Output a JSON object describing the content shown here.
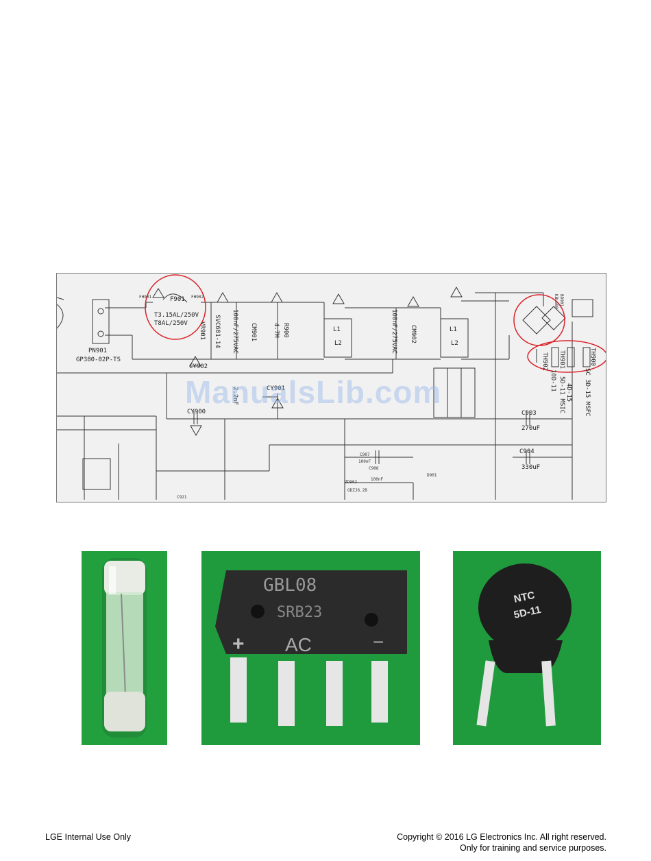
{
  "schematic": {
    "labels": {
      "fh901": "FH901",
      "fh902": "FH902",
      "f901": "F901",
      "fuse_rating1": "T3.15AL/250V",
      "fuse_rating2": "T8AL/250V",
      "pn901": "PN901",
      "connector": "GP380-02P-TS",
      "varistor": "SVC681-14",
      "vr901": "VR901",
      "cap1": "100nF/275VAC",
      "cm901": "CM901",
      "r900": "R900",
      "r900v": "4.7M",
      "cap2": "100nF/275VAC",
      "cm902": "CM902",
      "cy902": "CY902",
      "cy901": "CY901",
      "cy900": "CY900",
      "cy_val": "2.2nF",
      "l1": "L1",
      "l2": "L2",
      "bd901": "BD901",
      "bd_part": "KBL608",
      "th902": "TH902",
      "th901": "TH901",
      "th900": "TH900",
      "th_val1": "10D-11",
      "th_val2": "4D-15",
      "th_val3": "5D-11 MSIC",
      "th_val4": "SC 3D-15 MSFC",
      "c903": "C903",
      "c903v": "270uF",
      "c904": "C904",
      "c904v": "330uF",
      "c907": "C907",
      "c907v": "100nF",
      "c908": "C908",
      "c908v": "100nF",
      "zd902": "ZD902",
      "zd_part": "GDZJ6.2B",
      "c921": "C921",
      "d901": "D901"
    }
  },
  "watermark": "ManualsLib.com",
  "photos": {
    "gbl_line1": "GBL08",
    "gbl_line2": "SRB23",
    "gbl_plus": "+",
    "gbl_ac": "AC",
    "gbl_minus": "−",
    "ntc_line1": "NTC",
    "ntc_line2": "5D-11"
  },
  "footer": {
    "left": "LGE Internal Use Only",
    "right_line1": "Copyright © 2016 LG Electronics Inc. All right reserved.",
    "right_line2": "Only for training and service purposes."
  }
}
